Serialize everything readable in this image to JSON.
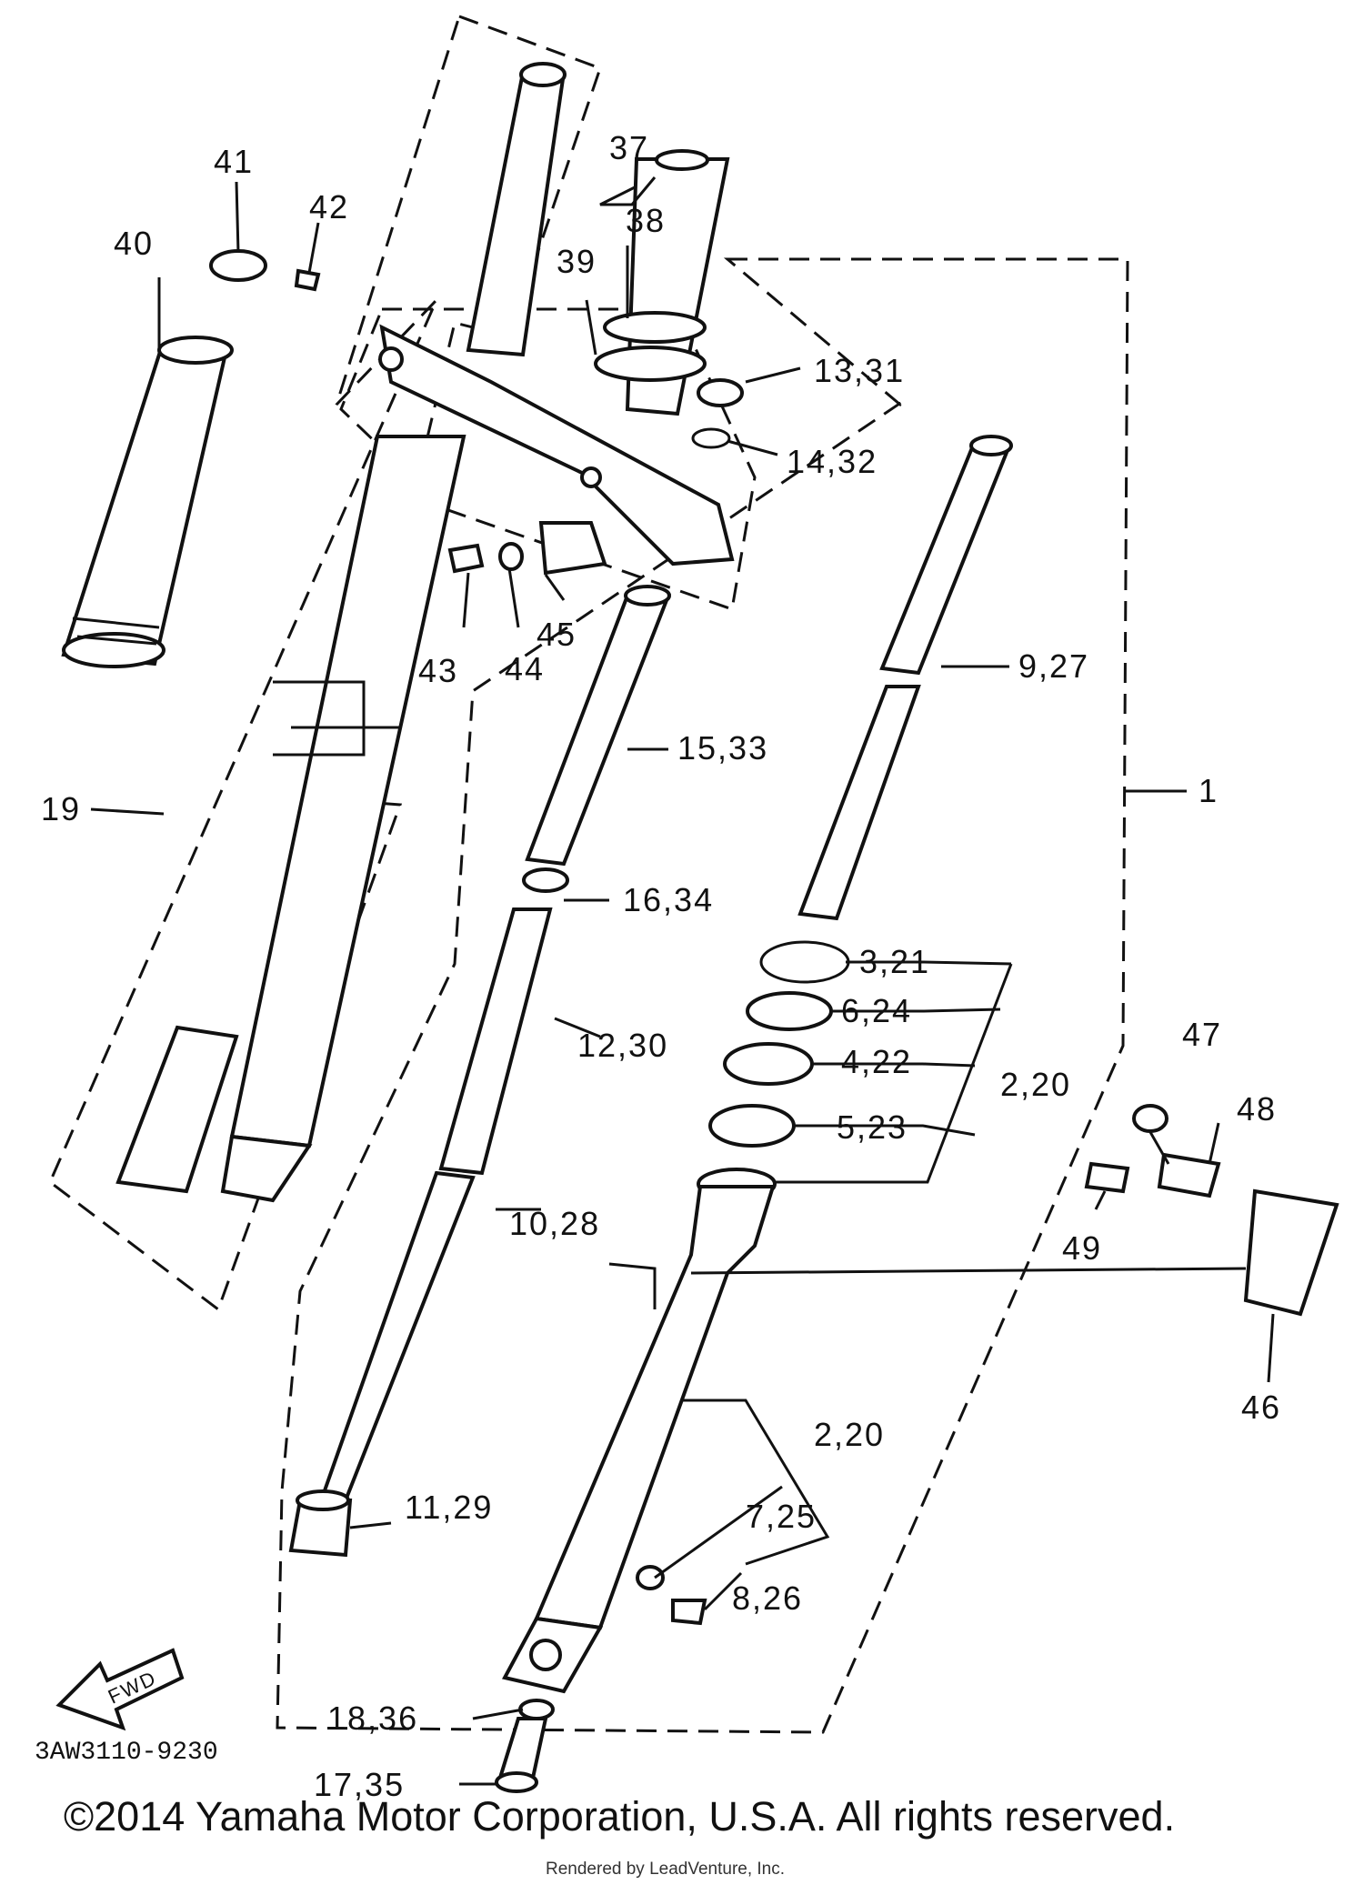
{
  "diagram": {
    "drawing_number": "3AW3110-9230",
    "direction_arrow_label": "FWD",
    "copyright": "©2014 Yamaha Motor Corporation, U.S.A. All rights reserved.",
    "rendered_by": "Rendered by LeadVenture, Inc.",
    "callouts": {
      "c1": "1",
      "c2_20a": "2,20",
      "c2_20b": "2,20",
      "c3_21": "3,21",
      "c4_22": "4,22",
      "c5_23": "5,23",
      "c6_24": "6,24",
      "c7_25": "7,25",
      "c8_26": "8,26",
      "c9_27": "9,27",
      "c10_28": "10,28",
      "c11_29": "11,29",
      "c12_30": "12,30",
      "c13_31": "13,31",
      "c14_32": "14,32",
      "c15_33": "15,33",
      "c16_34": "16,34",
      "c17_35": "17,35",
      "c18_36": "18,36",
      "c19": "19",
      "c37": "37",
      "c38": "38",
      "c39": "39",
      "c40": "40",
      "c41": "41",
      "c42": "42",
      "c43": "43",
      "c44": "44",
      "c45": "45",
      "c46": "46",
      "c47": "47",
      "c48": "48",
      "c49": "49"
    }
  }
}
